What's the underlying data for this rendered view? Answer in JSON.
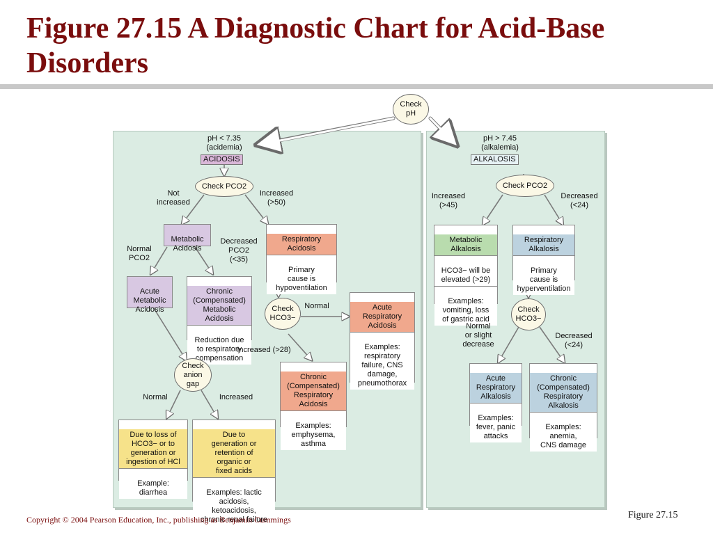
{
  "slide": {
    "title": "Figure 27.15  A Diagnostic Chart for Acid-Base Disorders",
    "copyright": "Copyright © 2004 Pearson Education, Inc., publishing as Benjamin Cummings",
    "caption": "Figure 27.15"
  },
  "chart": {
    "root": "Check\npH",
    "left_branch": {
      "condition": "pH < 7.35\n(acidemia)",
      "tag": "ACIDOSIS",
      "check_pco2": "Check PCO2",
      "label_not_increased": "Not\nincreased",
      "label_increased": "Increased\n(>50)",
      "metabolic_acidosis": "Metabolic\nAcidosis",
      "label_normal_pco2": "Normal\nPCO2",
      "label_decreased_pco2": "Decreased\nPCO2\n(<35)",
      "acute_metabolic_acidosis": "Acute\nMetabolic\nAcidosis",
      "chronic_metabolic_header": "Chronic\n(Compensated)\nMetabolic\nAcidosis",
      "chronic_metabolic_body": "Reduction due\nto respiratory\ncompensation",
      "check_anion_gap": "Check\nanion\ngap",
      "label_gap_normal": "Normal",
      "label_gap_increased": "Increased",
      "loss_hco3_header": "Due to loss of\nHCO3− or to\ngeneration or\ningestion of HCl",
      "loss_hco3_body": "Example:\ndiarrhea",
      "generation_header": "Due to\ngeneration or\nretention of\norganic or\nfixed acids",
      "generation_body": "Examples: lactic\nacidosis,\nketoacidosis,\nchronic renal failure",
      "respiratory_acidosis_header": "Respiratory\nAcidosis",
      "respiratory_acidosis_body": "Primary\ncause is\nhypoventilation",
      "check_hco3": "Check\nHCO3−",
      "label_hco3_normal": "Normal",
      "label_hco3_increased": "Increased (>28)",
      "acute_resp_acidosis_header": "Acute\nRespiratory\nAcidosis",
      "acute_resp_acidosis_body": "Examples:\nrespiratory\nfailure, CNS\ndamage,\npneumothorax",
      "chronic_resp_acidosis_header": "Chronic\n(Compensated)\nRespiratory\nAcidosis",
      "chronic_resp_acidosis_body": "Examples:\nemphysema,\nasthma"
    },
    "right_branch": {
      "condition": "pH > 7.45\n(alkalemia)",
      "tag": "ALKALOSIS",
      "check_pco2": "Check PCO2",
      "label_increased": "Increased\n(>45)",
      "label_decreased": "Decreased\n(<24)",
      "metabolic_alkalosis_header": "Metabolic\nAlkalosis",
      "metabolic_alkalosis_mid": "HCO3− will be\nelevated (>29)",
      "metabolic_alkalosis_body": "Examples:\nvomiting, loss\nof gastric acid",
      "respiratory_alkalosis_header": "Respiratory\nAlkalosis",
      "respiratory_alkalosis_body": "Primary\ncause is\nhyperventilation",
      "check_hco3": "Check\nHCO3−",
      "label_normal": "Normal\nor slight\ndecrease",
      "acute_resp_alk_header": "Acute\nRespiratory\nAlkalosis",
      "acute_resp_alk_body": "Examples:\nfever, panic\nattacks",
      "chronic_resp_alk_header": "Chronic\n(Compensated)\nRespiratory\nAlkalosis",
      "chronic_resp_alk_body": "Examples:\nanemia,\nCNS damage"
    }
  },
  "colors": {
    "title": "#7a0d0d",
    "panel": "#dbece3",
    "purple": "#d8c8e2",
    "orange": "#f0a88d",
    "yellow": "#f6e28a",
    "green": "#b9dcae",
    "blue": "#bcd2df"
  }
}
